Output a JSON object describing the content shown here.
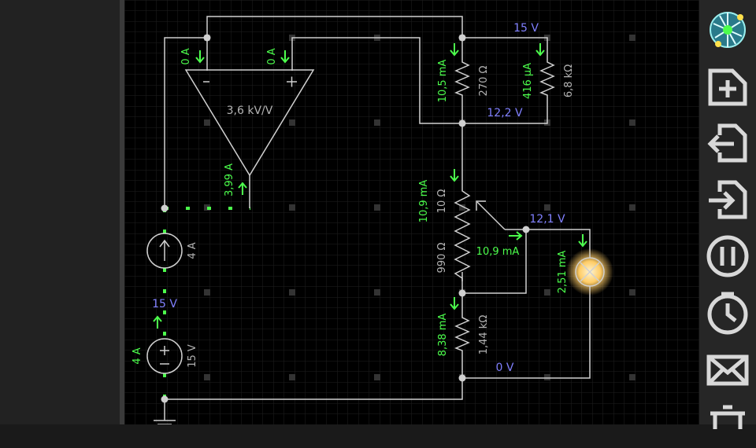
{
  "colors": {
    "wire": "#d0d0d0",
    "current": "#4cff4c",
    "voltage": "#8080ff",
    "label": "#b4b4b4",
    "grid_minor": "#1f1f1f",
    "grid_major": "#333333",
    "lamp_glow": "#ffcc66",
    "toolbar_bg": "#262626",
    "icon": "#d8d8d8"
  },
  "components": {
    "opamp": {
      "gain": "3,6 kV/V",
      "in_minus_current": "0 A",
      "in_plus_current": "0 A",
      "out_current": "3,99 A"
    },
    "current_source": {
      "value": "4 A"
    },
    "voltage_source": {
      "value": "15 V",
      "current": "4 A",
      "node_voltage": "15 V"
    },
    "r_270": {
      "value": "270 Ω",
      "current": "10,5 mA"
    },
    "r_6k8": {
      "value": "6,8 kΩ",
      "current": "416 µA"
    },
    "node_top_voltage": "15 V",
    "node_mid_voltage": "12,2 V",
    "pot": {
      "upper": "10 Ω",
      "lower": "990 Ω",
      "current": "10,9 mA",
      "wiper_current": "10,9 mA"
    },
    "lamp": {
      "current": "2,51 mA",
      "node_voltage": "12,1 V"
    },
    "r_1k44": {
      "value": "1,44 kΩ",
      "current": "8,38 mA"
    },
    "ground_voltage": "0 V"
  },
  "toolbar": {
    "items": [
      {
        "name": "app-logo-icon"
      },
      {
        "name": "new-circuit-icon"
      },
      {
        "name": "open-circuit-icon"
      },
      {
        "name": "save-circuit-icon"
      },
      {
        "name": "pause-icon"
      },
      {
        "name": "clock-icon"
      },
      {
        "name": "mail-icon"
      },
      {
        "name": "trash-icon"
      }
    ]
  }
}
